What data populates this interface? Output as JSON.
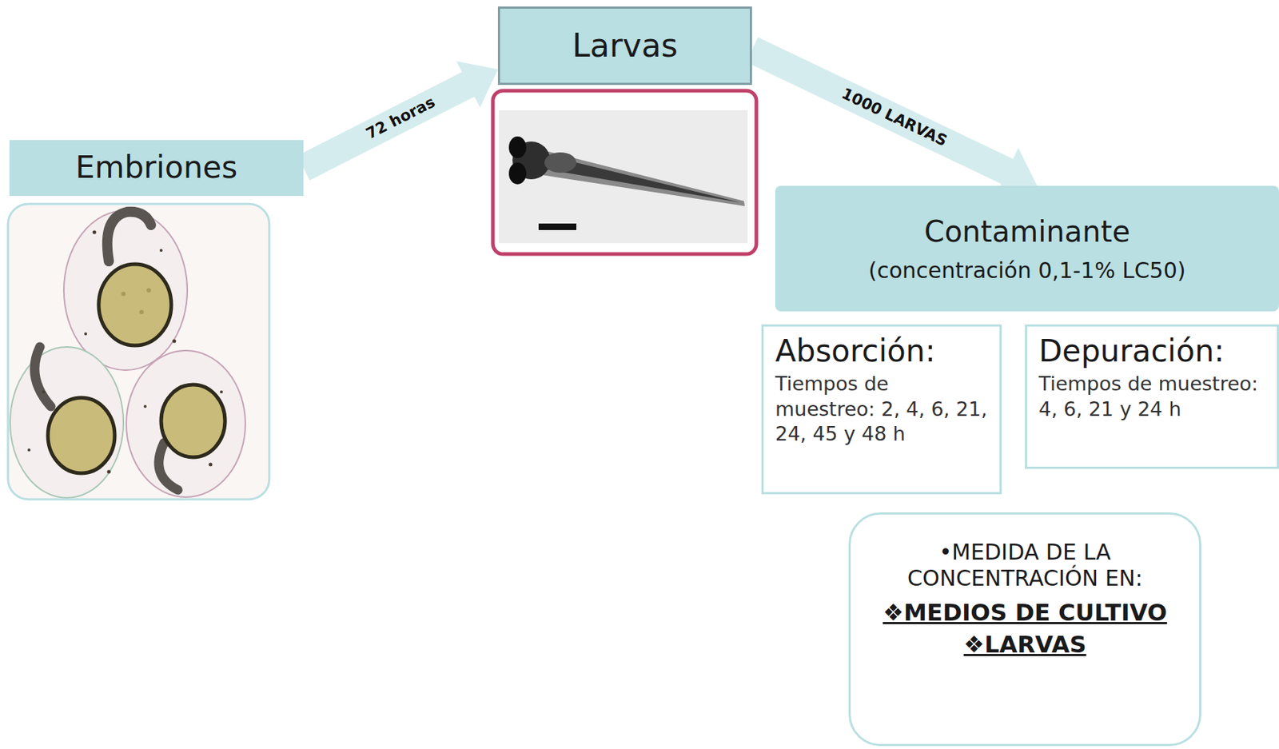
{
  "diagram": {
    "nodes": [
      {
        "text": [
          "Embriones"
        ]
      },
      {
        "text": [
          "Larvas"
        ]
      },
      {
        "text": [
          "Contaminante",
          "(concentración 0,1-1% LC50)"
        ]
      },
      {
        "text": [
          "Absorción:",
          "Tiempos de muestreo: 2, 4, 6, 21, 24, 45 y 48 h"
        ]
      },
      {
        "text": [
          "Depuración:",
          "Tiempos de muestreo: 4, 6, 21 y 24 h"
        ]
      },
      {
        "text": [
          "•MEDIDA DE LA CONCENTRACIÓN EN:",
          "❖MEDIOS DE CULTIVO",
          "❖LARVAS"
        ]
      }
    ],
    "edges": [
      {
        "from": 0,
        "to": 1,
        "arrow": "to",
        "label": "72 horas"
      },
      {
        "from": 1,
        "to": 2,
        "arrow": "to",
        "label": "1000 LARVAS"
      }
    ]
  }
}
